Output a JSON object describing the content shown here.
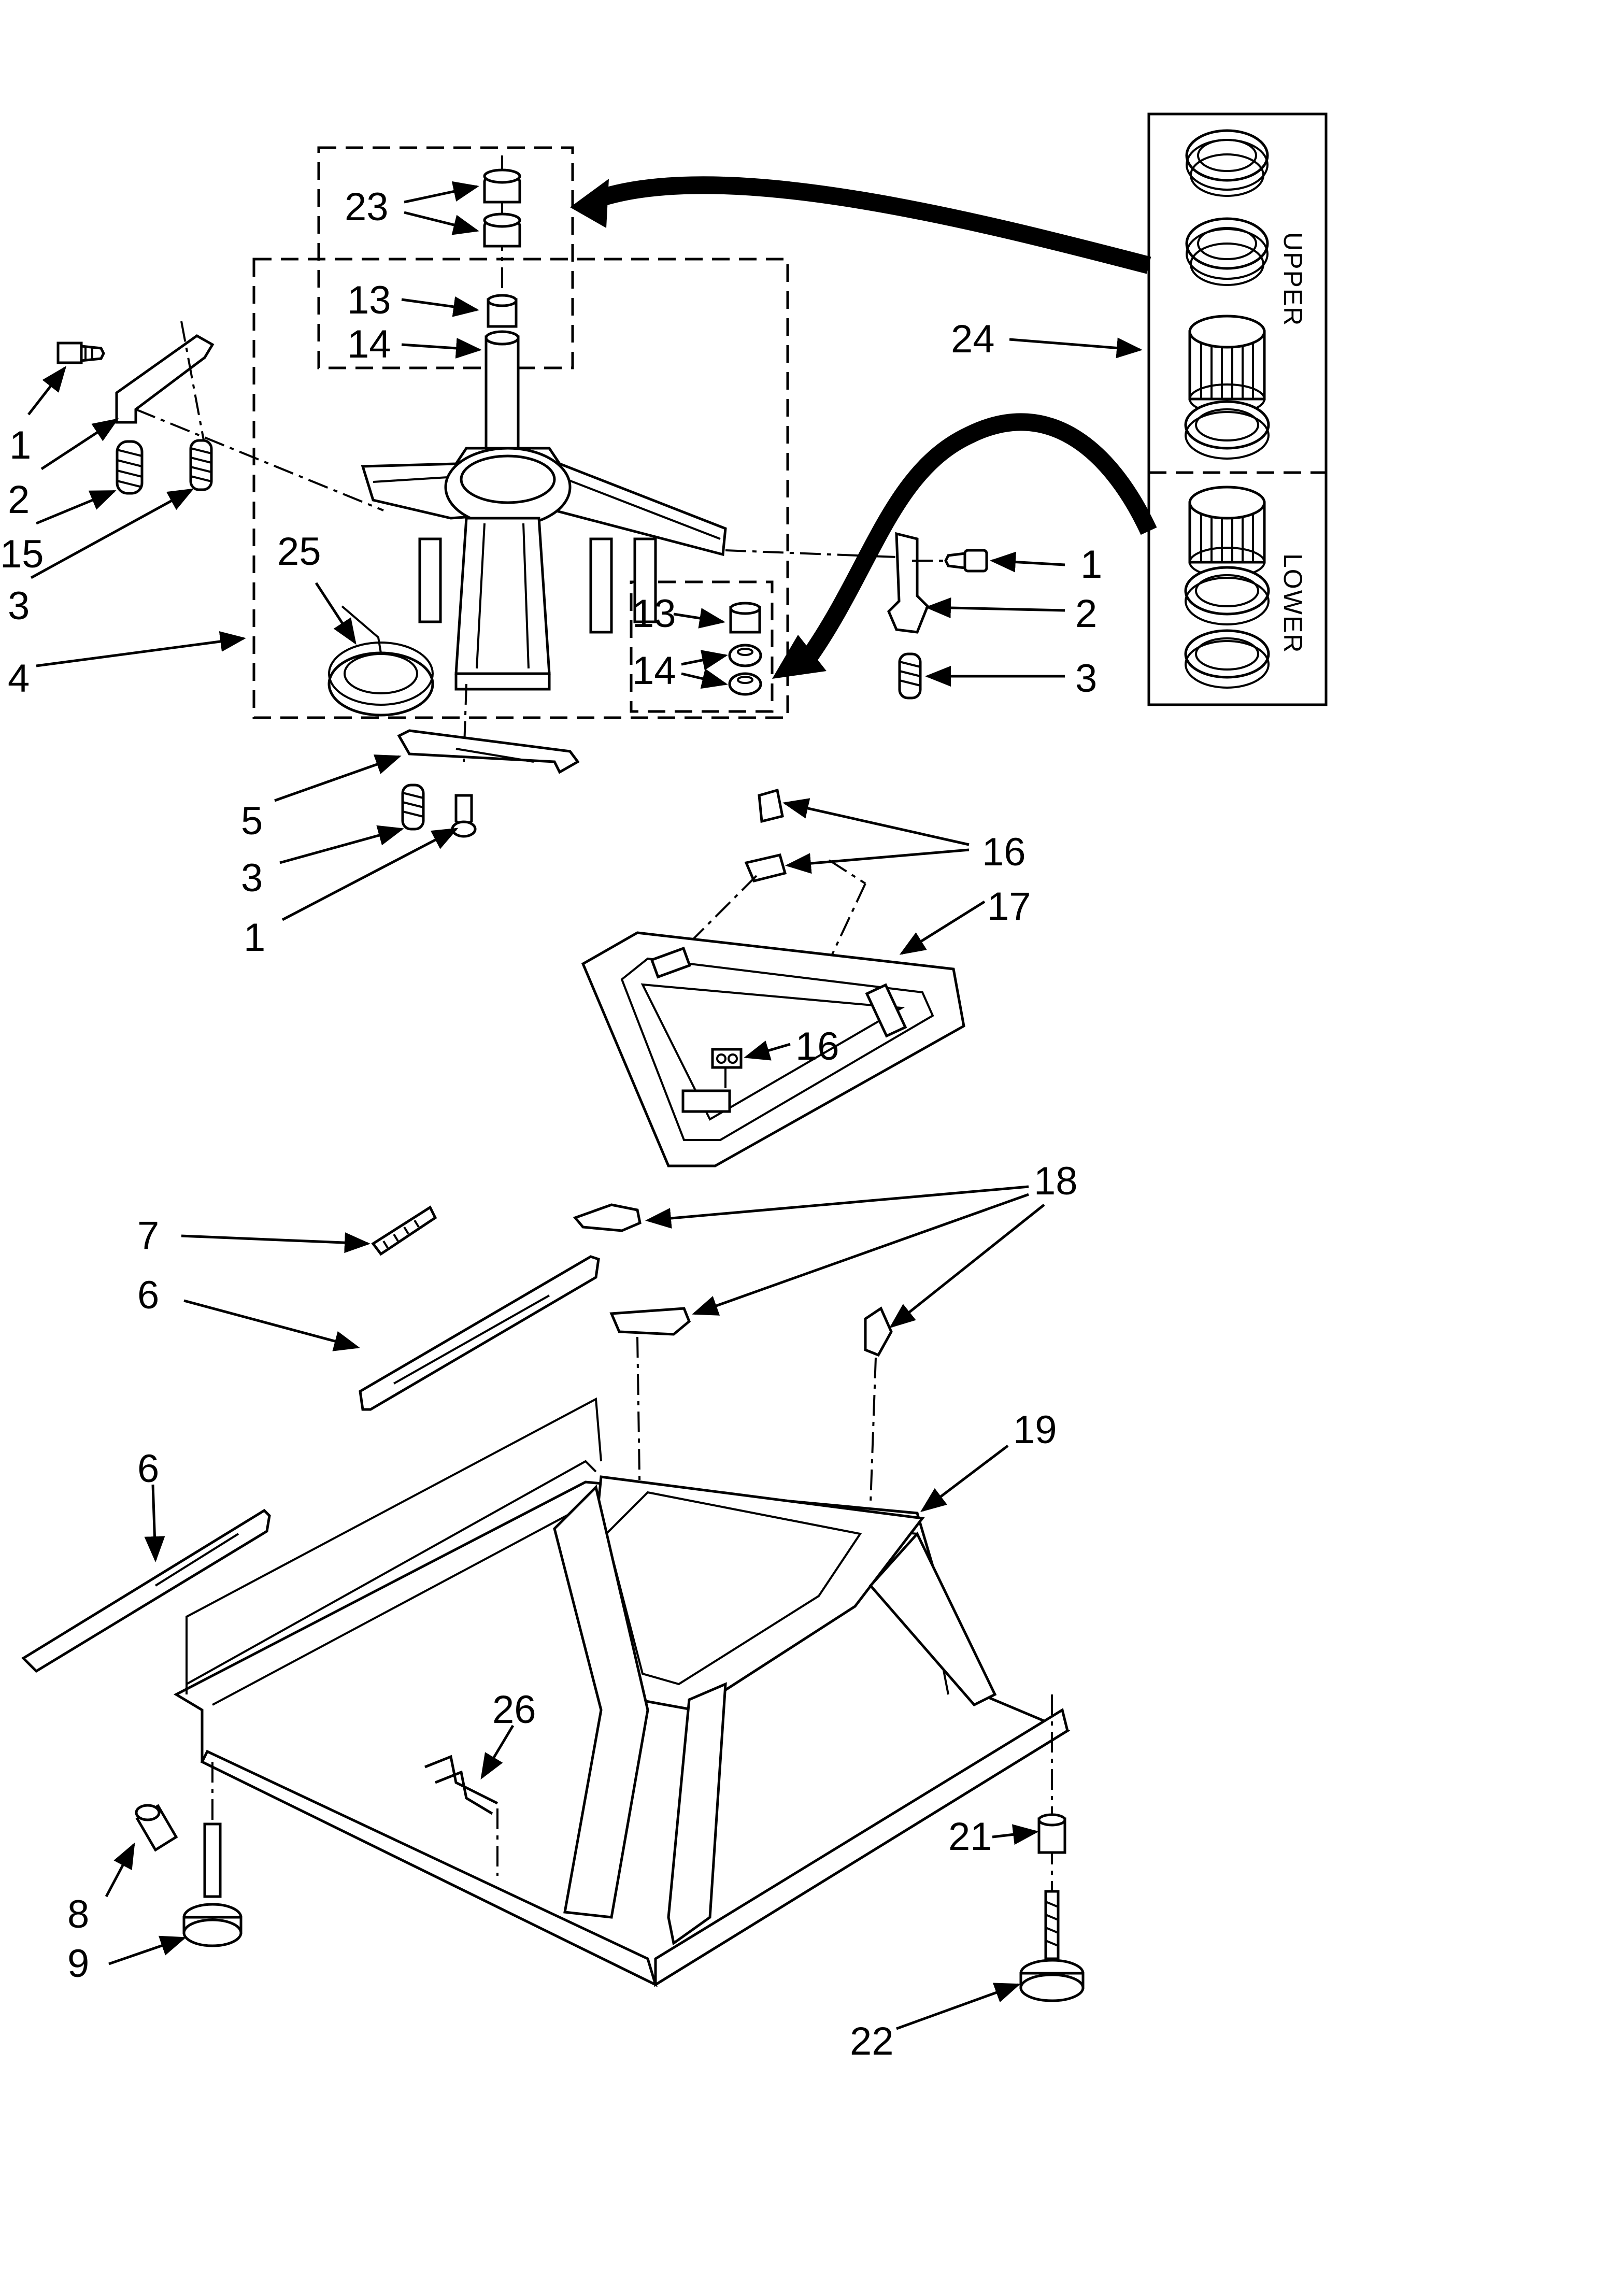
{
  "callouts": {
    "c23": "23",
    "c13a": "13",
    "c14a": "14",
    "c24": "24",
    "c1a": "1",
    "c2a": "2",
    "c15": "15",
    "c3a": "3",
    "c4": "4",
    "c25": "25",
    "c13b": "13",
    "c14b": "14",
    "c1b": "1",
    "c2b": "2",
    "c3b": "3",
    "c5": "5",
    "c3c": "3",
    "c1c": "1",
    "c16a": "16",
    "c17": "17",
    "c16b": "16",
    "c18": "18",
    "c7": "7",
    "c6a": "6",
    "c6b": "6",
    "c19": "19",
    "c26": "26",
    "c21": "21",
    "c8": "8",
    "c9": "9",
    "c22": "22"
  },
  "kit_labels": {
    "upper": "UPPER",
    "lower": "LOWER"
  }
}
